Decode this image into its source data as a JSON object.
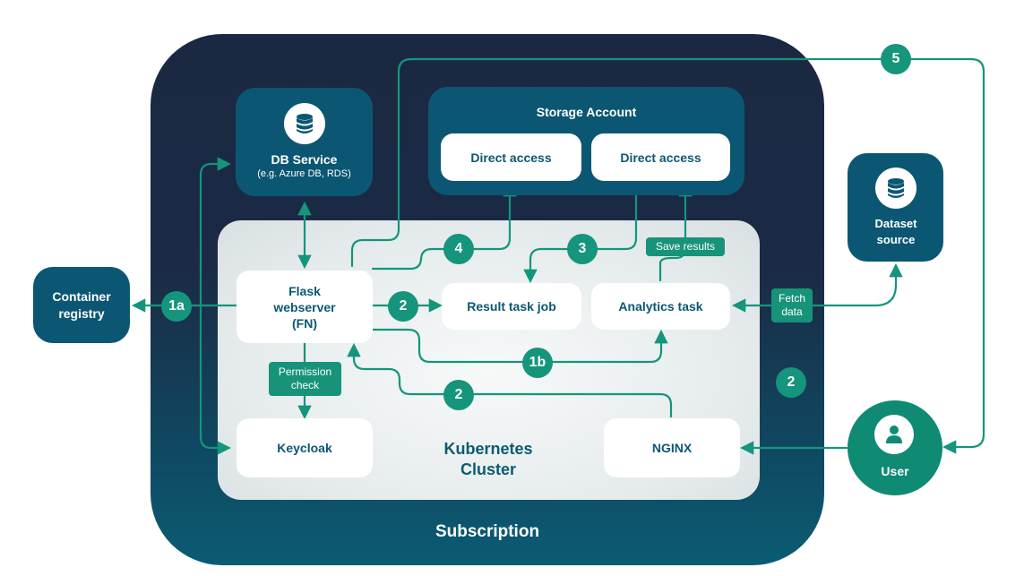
{
  "subscription": {
    "label": "Subscription"
  },
  "kubernetes": {
    "label": "Kubernetes Cluster"
  },
  "db_service": {
    "title": "DB Service",
    "subtitle": "(e.g. Azure DB, RDS)",
    "icon": "database-icon"
  },
  "storage_account": {
    "title": "Storage Account",
    "boxes": [
      "Direct access",
      "Direct access"
    ]
  },
  "dataset_source": {
    "title": "Dataset source",
    "icon": "database-icon"
  },
  "container_registry": {
    "title": "Container registry"
  },
  "nodes": {
    "flask": "Flask webserver (FN)",
    "result_task": "Result task job",
    "analytics": "Analytics task",
    "keycloak": "Keycloak",
    "nginx": "NGINX"
  },
  "user": {
    "label": "User",
    "icon": "user-icon"
  },
  "tags": {
    "permission": "Permission check",
    "save_results": "Save results",
    "fetch_data": "Fetch data"
  },
  "steps": {
    "s1a": "1a",
    "s1b": "1b",
    "s2_flask_result": "2",
    "s2_nginx": "2",
    "s2_right": "2",
    "s3": "3",
    "s4": "4",
    "s5": "5"
  },
  "colors": {
    "navy": "#1b2842",
    "teal": "#0b5773",
    "green": "#14957c"
  }
}
